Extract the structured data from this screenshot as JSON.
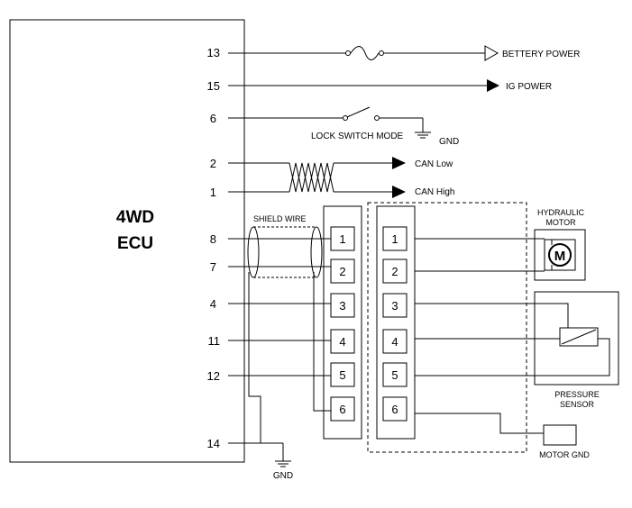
{
  "ecu": {
    "title_line1": "4WD",
    "title_line2": "ECU"
  },
  "pins": {
    "p13": "13",
    "p15": "15",
    "p6": "6",
    "p2": "2",
    "p1": "1",
    "p8": "8",
    "p7": "7",
    "p4": "4",
    "p11": "11",
    "p12": "12",
    "p14": "14"
  },
  "signals": {
    "battery_power": "BETTERY POWER",
    "ig_power": "IG POWER",
    "lock_switch_mode": "LOCK SWITCH MODE",
    "gnd_lock": "GND",
    "can_low": "CAN Low",
    "can_high": "CAN High",
    "shield_wire": "SHIELD WIRE",
    "gnd_bottom": "GND"
  },
  "connector_left": [
    "1",
    "2",
    "3",
    "4",
    "5",
    "6"
  ],
  "connector_right": [
    "1",
    "2",
    "3",
    "4",
    "5",
    "6"
  ],
  "components": {
    "hydraulic_motor_line1": "HYDRAULIC",
    "hydraulic_motor_line2": "MOTOR",
    "motor_symbol": "M",
    "pressure_sensor_line1": "PRESSURE",
    "pressure_sensor_line2": "SENSOR",
    "motor_gnd": "MOTOR GND"
  }
}
